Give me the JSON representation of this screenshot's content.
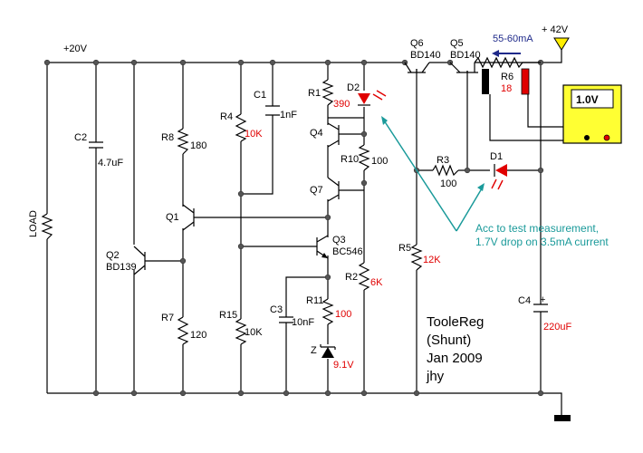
{
  "labels": {
    "v20": "+20V",
    "v42": "+ 42V",
    "load": "LOAD",
    "c2": "C2",
    "c2v": "4.7uF",
    "r8": "R8",
    "r8v": "180",
    "q2": "Q2",
    "q2t": "BD139",
    "r7": "R7",
    "r7v": "120",
    "q1": "Q1",
    "r4": "R4",
    "r4v": "10K",
    "c1": "C1",
    "c1v": "1nF",
    "r15": "R15",
    "r15v": "10K",
    "c3": "C3",
    "c3v": "10nF",
    "r1": "R1",
    "r1v": "390",
    "d2": "D2",
    "q4": "Q4",
    "r10": "R10",
    "r10v": "100",
    "q7": "Q7",
    "q3": "Q3",
    "q3t": "BC546",
    "r2": "R2",
    "r2v": "6K",
    "r11": "R11",
    "r11v": "100",
    "z": "Z",
    "zv": "9.1V",
    "q6": "Q6",
    "q6t": "BD140",
    "q5": "Q5",
    "q5t": "BD140",
    "current": "55-60mA",
    "r6": "R6",
    "r6v": "18",
    "meter": "1.0V",
    "r3": "R3",
    "r3v": "100",
    "d1": "D1",
    "r5": "R5",
    "r5v": "12K",
    "c4": "C4",
    "c4v": "220uF",
    "plus": "+",
    "note1": "Acc to test measurement,",
    "note2": "1.7V drop on 3.5mA current",
    "title1": "TooleReg",
    "title2": "(Shunt)",
    "title3": "Jan 2009",
    "title4": "jhy"
  },
  "colors": {
    "value_red": "#e00000",
    "annotation_teal": "#1a9a9a",
    "current_navy": "#1f2a8a",
    "meter_yellow": "#ffff33",
    "supply_yellow": "#ffee00"
  }
}
